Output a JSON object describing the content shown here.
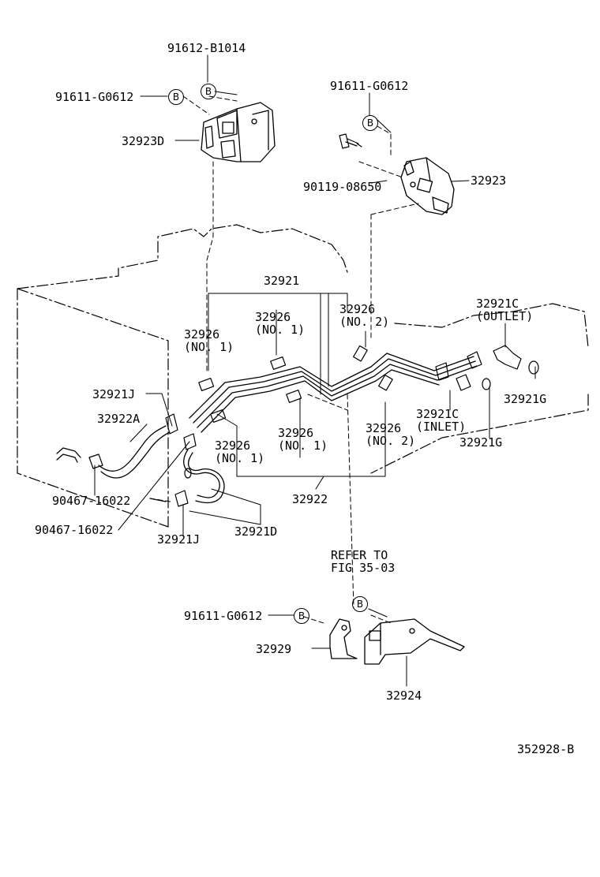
{
  "labels": {
    "p91612_b1014": "91612-B1014",
    "p91611_g0612_left": "91611-G0612",
    "p32923D": "32923D",
    "p91611_g0612_right": "91611-G0612",
    "p90119_08650": "90119-08650",
    "p32923": "32923",
    "p32921": "32921",
    "p32926_no2_top": "32926\n(NO. 2)",
    "p32926_no1_top": "32926\n(NO. 1)",
    "p32926_no1_left": "32926\n(NO. 1)",
    "p32921C_outlet": "32921C\n(OUTLET)",
    "p32921J_top": "32921J",
    "p32922A": "32922A",
    "p32921G_right": "32921G",
    "p32921C_inlet": "32921C\n(INLET)",
    "p32926_no1_bl": "32926\n(NO. 1)",
    "p32926_no1_bc": "32926\n(NO. 1)",
    "p32926_no2_bottom": "32926\n(NO. 2)",
    "p32921G_bottom": "32921G",
    "p90467_top": "90467-16022",
    "p32922": "32922",
    "p90467_bottom": "90467-16022",
    "p32921D": "32921D",
    "p32921J_bottom": "32921J",
    "refer_to": "REFER TO\nFIG 35-03",
    "p91611_g0612_bottom": "91611-G0612",
    "p32929": "32929",
    "p32924": "32924",
    "figure_id": "352928-B"
  },
  "callout_letter": "B"
}
